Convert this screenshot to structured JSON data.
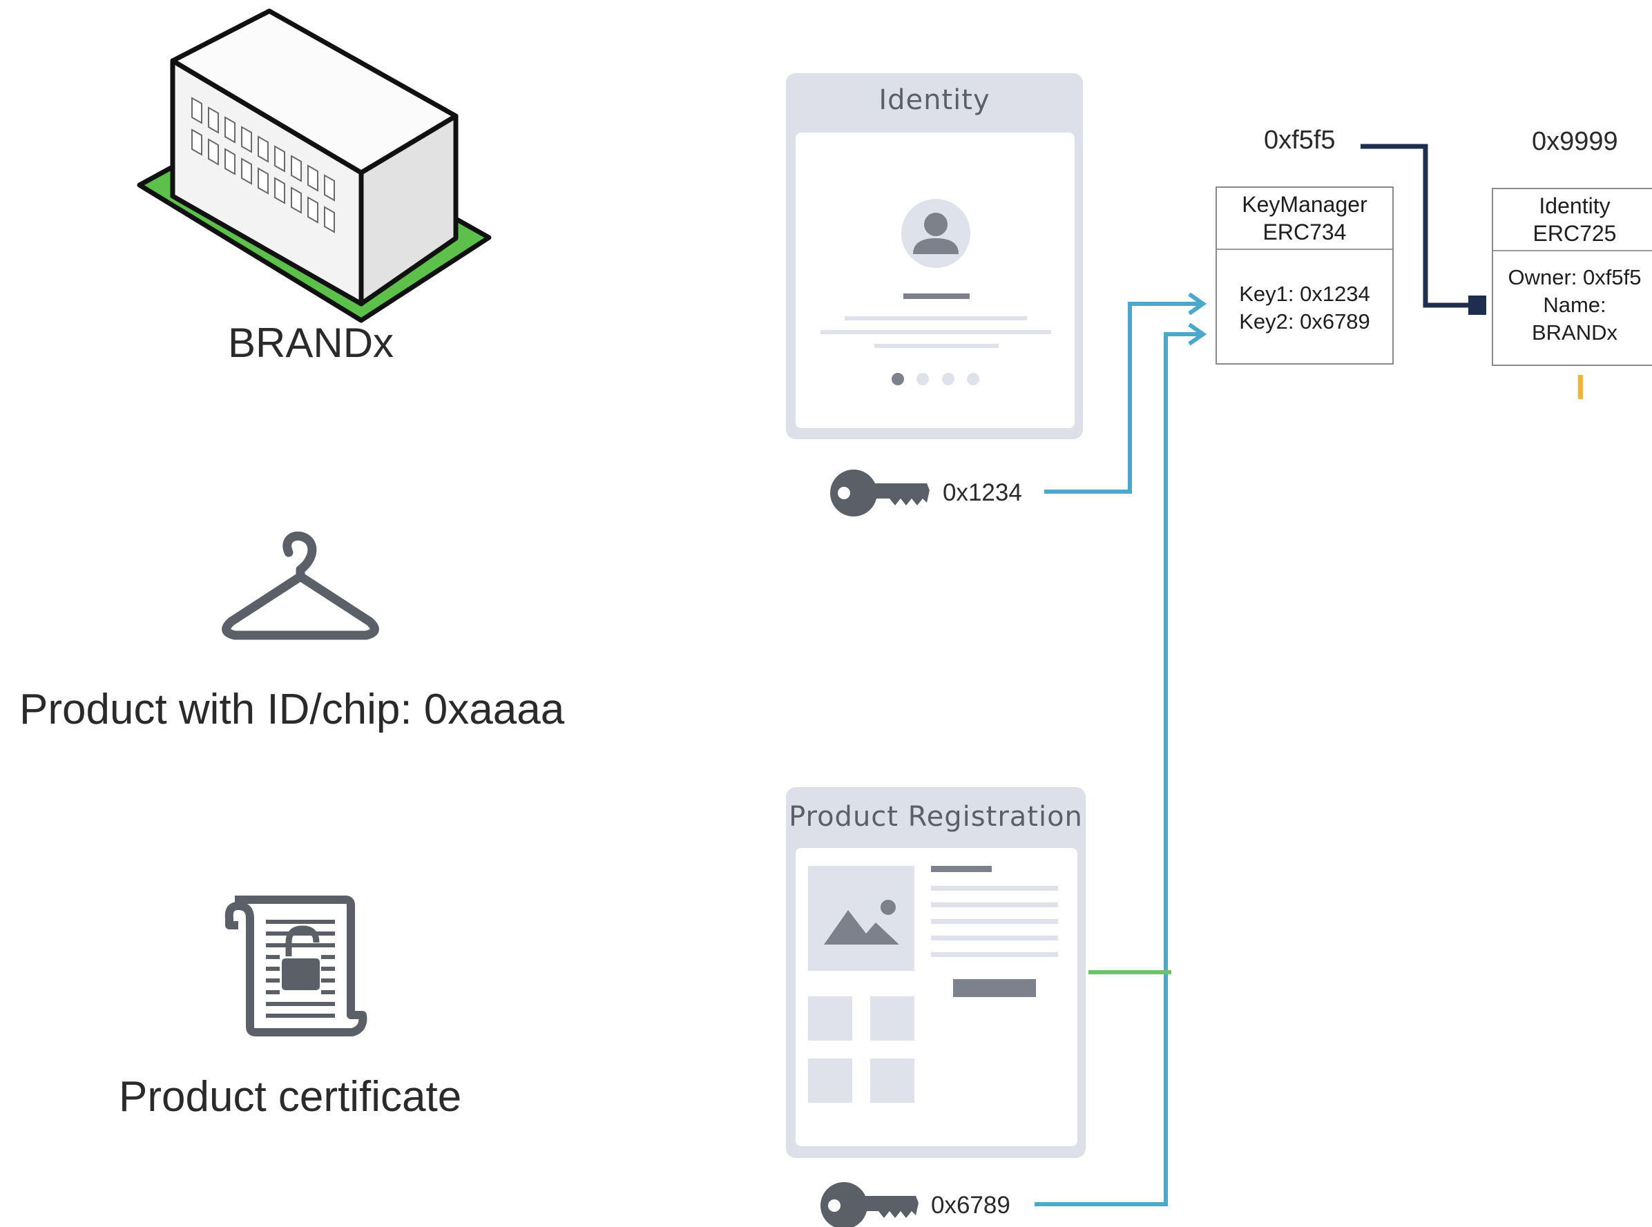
{
  "brand": {
    "label": "BRANDx"
  },
  "product": {
    "label": "Product with ID/chip: 0xaaaa"
  },
  "certificate": {
    "label": "Product certificate"
  },
  "identity_card": {
    "title": "Identity",
    "key_label": "0x1234"
  },
  "registration_card": {
    "title": "Product Registration",
    "key_label": "0x6789"
  },
  "key_manager": {
    "address": "0xf5f5",
    "name": "KeyManager",
    "standard": "ERC734",
    "key1": "Key1: 0x1234",
    "key2": "Key2: 0x6789"
  },
  "identity_contract": {
    "address": "0x9999",
    "name": "Identity",
    "standard": "ERC725",
    "owner": "Owner: 0xf5f5",
    "name_label": "Name:",
    "name_value": "BRANDx"
  },
  "colors": {
    "blue_link": "#4aa8cc",
    "navy_link": "#1f2d4e",
    "green_link": "#6cc46c",
    "orange_mark": "#f0b63a",
    "icon_gray": "#5b6068",
    "card_border": "#dde0e8"
  },
  "icons": [
    "building-icon",
    "hanger-icon",
    "certificate-scroll-icon",
    "avatar-icon",
    "image-placeholder-icon",
    "key-icon"
  ]
}
